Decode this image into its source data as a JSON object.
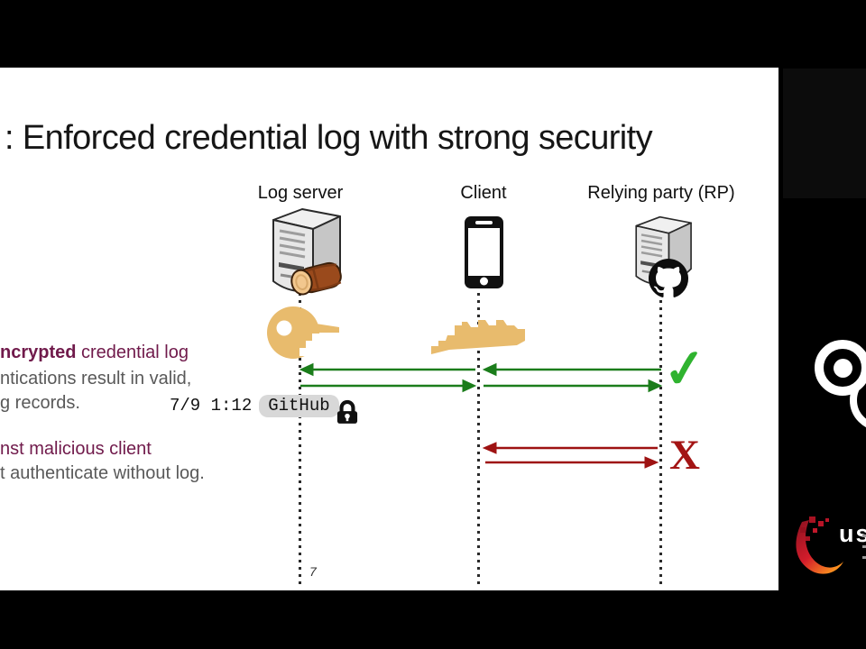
{
  "slide": {
    "title": ": Enforced credential log with strong security",
    "actors": [
      {
        "label": "Log server"
      },
      {
        "label": "Client"
      },
      {
        "label": "Relying party (RP)"
      }
    ],
    "benefit": {
      "heading_bold": "ncrypted",
      "heading_rest": " credential log",
      "body_line1": "ntications result in valid,",
      "body_line2": "g records."
    },
    "log_record": {
      "timestamp": "7/9 1:12",
      "service": "GitHub"
    },
    "threat": {
      "heading": "nst malicious client",
      "body_line1": "t authenticate without log."
    },
    "check_glyph": "✓",
    "cross_glyph": "X",
    "page_number": "7"
  },
  "branding": {
    "usenix_partial": "us"
  },
  "colors": {
    "maroon_text": "#701a4b",
    "gray_text": "#595959",
    "arrow_green": "#1b7d1b",
    "check_green": "#2fb32f",
    "arrow_red": "#9e1212",
    "cross_red": "#a31414",
    "key_gold": "#e8bb6d",
    "pill_gray": "#d8d8d8"
  }
}
